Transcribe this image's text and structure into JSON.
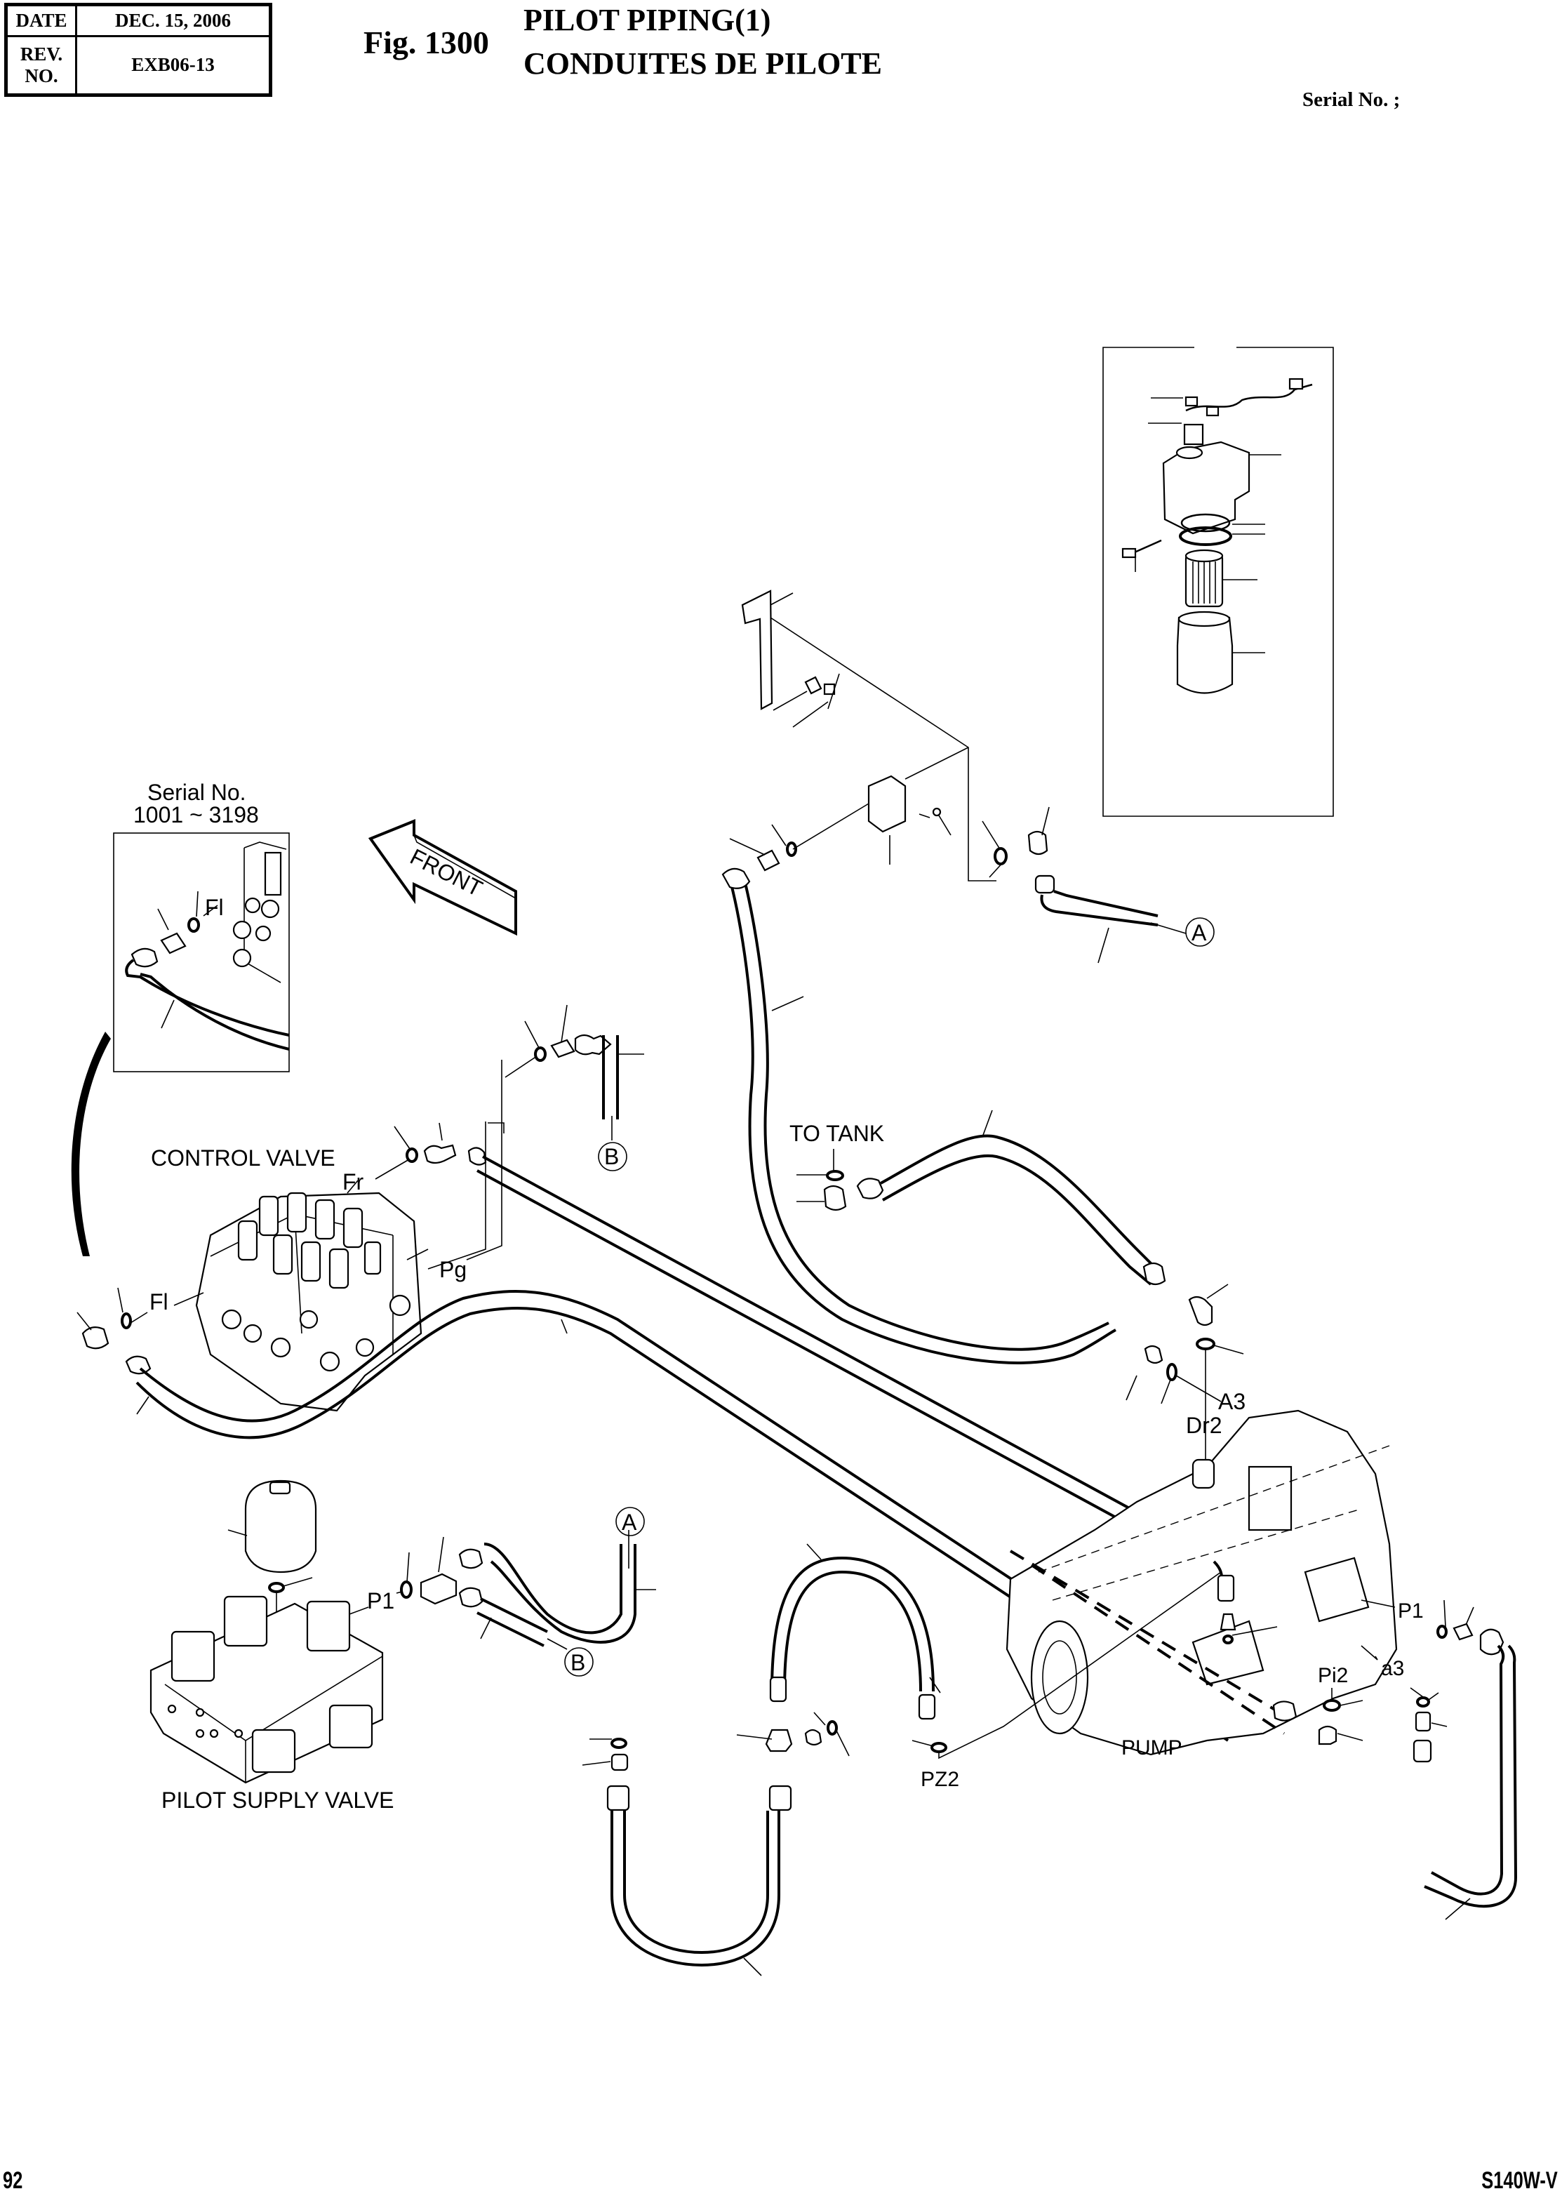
{
  "header": {
    "date_label": "DATE",
    "date_value": "DEC. 15, 2006",
    "rev_label": "REV. NO.",
    "rev_value": "EXB06-13",
    "figure_number": "Fig. 1300",
    "title_en": "PILOT PIPING(1)",
    "title_fr": "CONDUITES DE PILOTE",
    "serial_label": "Serial No. ;"
  },
  "footer": {
    "page_number": "92",
    "model": "S140W-V"
  },
  "diagram": {
    "inset_serial_label": "Serial No.",
    "inset_serial_range": "1001 ~ 3198",
    "front_arrow_label": "FRONT",
    "components": {
      "control_valve": "CONTROL VALVE",
      "pilot_supply_valve": "PILOT SUPPLY VALVE",
      "pump": "PUMP",
      "to_tank": "TO  TANK"
    },
    "ports": {
      "fl_inset": "Fl",
      "fl": "Fl",
      "fr": "Fr",
      "pg": "Pg",
      "p1_supply": "P1",
      "p1_pump": "P1",
      "a3": "A3",
      "dr2": "Dr2",
      "pi2": "Pi2",
      "a3_lower": "a3",
      "pz2": "PZ2"
    },
    "connectors": {
      "a_top": "A",
      "a_bottom": "A",
      "b_top": "B",
      "b_bottom": "B"
    }
  }
}
